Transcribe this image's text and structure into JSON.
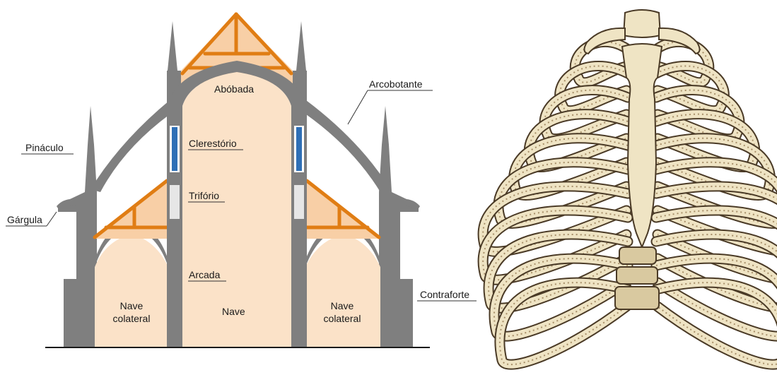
{
  "labels": {
    "abobada": "Abóbada",
    "arcobotante": "Arcobotante",
    "clerestorio": "Clerestório",
    "pinaculo": "Pináculo",
    "triforio": "Trifório",
    "gargula": "Gárgula",
    "arcada": "Arcada",
    "contraforte": "Contraforte",
    "nave": "Nave",
    "nave_colateral_left_1": "Nave",
    "nave_colateral_left_2": "colateral",
    "nave_colateral_right_1": "Nave",
    "nave_colateral_right_2": "colateral"
  },
  "colors": {
    "stone": "#7f7f7f",
    "interior": "#fbe2c8",
    "roof_fill": "#f8cfa6",
    "timber": "#e07d14",
    "window_glass": "#2e6fb6",
    "triforium_light": "#e6e6e6",
    "bone": "#efe4c4",
    "bone_shadow": "#a8906a",
    "bone_outline": "#4a3a26"
  }
}
